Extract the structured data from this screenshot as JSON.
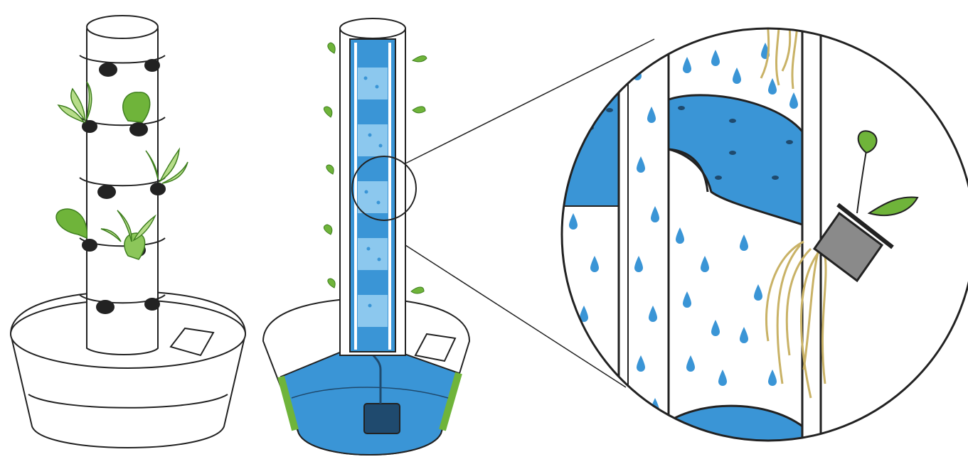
{
  "figure": {
    "panels": [
      {
        "id": "tower-exterior",
        "kind": "illustration"
      },
      {
        "id": "tower-cutaway",
        "kind": "illustration"
      },
      {
        "id": "magnified-detail",
        "kind": "illustration"
      }
    ],
    "colors": {
      "outline": "#222222",
      "water": "#3a95d6",
      "water_light": "#8cc8ee",
      "leaf": "#6fb43a",
      "leaf_dark": "#3f7f1f",
      "root": "#e6d79a",
      "pot": "#8a8a8a",
      "pump": "#1f4a6e"
    },
    "icons": [
      "lettuce-icon",
      "seedling-icon",
      "water-drop-icon",
      "net-pot-icon",
      "pump-icon"
    ]
  }
}
